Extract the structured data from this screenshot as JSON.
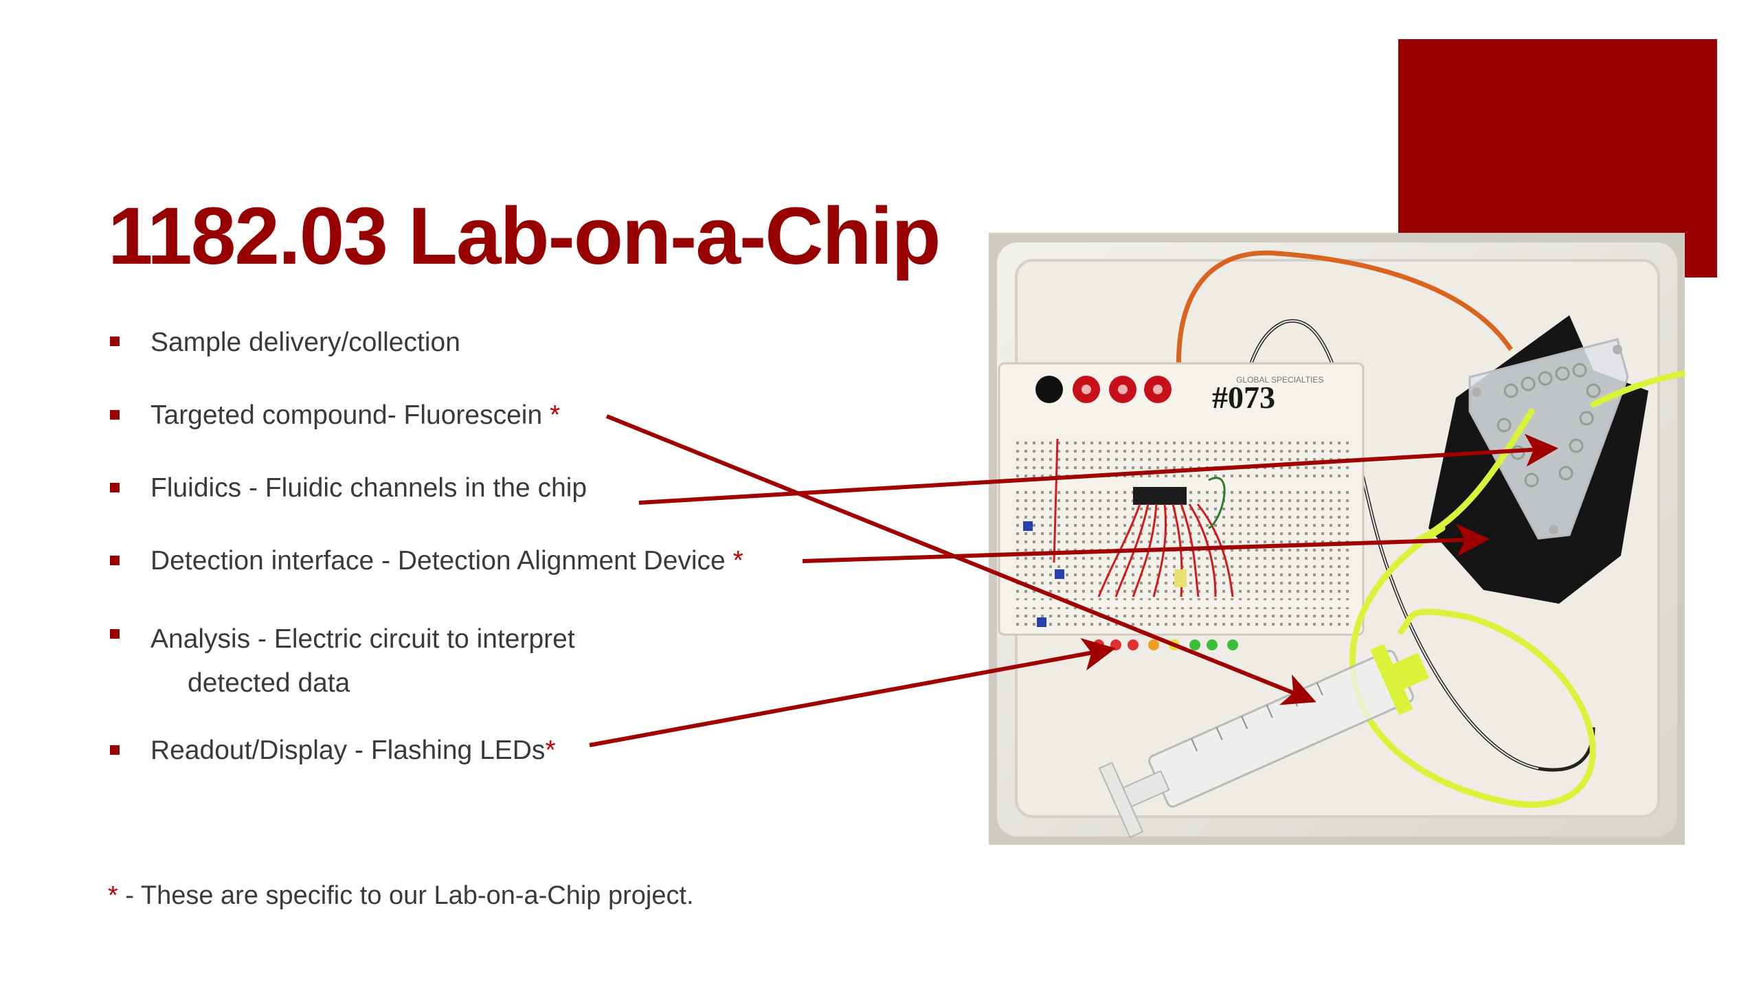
{
  "slide": {
    "title": "1182.03 Lab-on-a-Chip",
    "bullets": [
      {
        "text": "Sample delivery/collection",
        "star": ""
      },
      {
        "text": "Targeted compound- Fluorescein ",
        "star": "*"
      },
      {
        "text": "Fluidics - Fluidic channels in the chip",
        "star": ""
      },
      {
        "text": "Detection interface - Detection Alignment Device ",
        "star": "*"
      },
      {
        "text": "Analysis - Electric circuit to interpret",
        "text2": "detected data",
        "star": ""
      },
      {
        "text": "Readout/Display - Flashing LEDs",
        "star": "*"
      }
    ],
    "footnote": {
      "star": "*",
      "text": " - These are specific to our Lab-on-a-Chip project."
    }
  },
  "photo": {
    "board_label": "#073",
    "brand_label": "GLOBAL SPECIALTIES"
  },
  "colors": {
    "accent": "#9b0000",
    "title": "#980000",
    "arrow": "#a00000",
    "tube": "#d9f23a"
  }
}
